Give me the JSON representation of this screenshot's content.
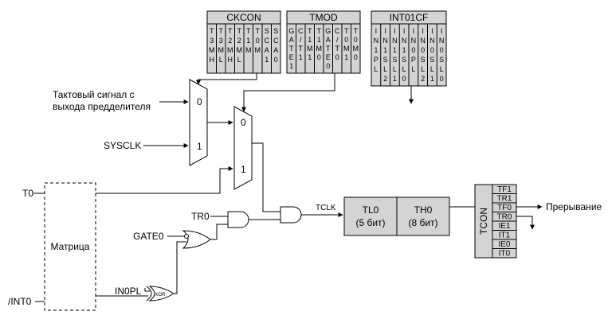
{
  "registers": {
    "ckcon": {
      "title": "CKCON",
      "bits": [
        [
          "T",
          "3",
          "M",
          "H"
        ],
        [
          "T",
          "3",
          "M",
          "L"
        ],
        [
          "T",
          "2",
          "M",
          "H"
        ],
        [
          "T",
          "2",
          "M",
          "L"
        ],
        [
          "T",
          "1",
          "M",
          ""
        ],
        [
          "T",
          "0",
          "M",
          ""
        ],
        [
          "S",
          "C",
          "A",
          "1"
        ],
        [
          "S",
          "C",
          "A",
          "0"
        ]
      ]
    },
    "tmod": {
      "title": "TMOD",
      "bits": [
        [
          "G",
          "A",
          "T",
          "E",
          "1"
        ],
        [
          "C",
          "/",
          "T",
          "1",
          ""
        ],
        [
          "T",
          "1",
          "M",
          "1",
          ""
        ],
        [
          "T",
          "1",
          "M",
          "0",
          ""
        ],
        [
          "G",
          "A",
          "T",
          "E",
          "0"
        ],
        [
          "C",
          "/",
          "T",
          "0",
          ""
        ],
        [
          "T",
          "0",
          "M",
          "1",
          ""
        ],
        [
          "T",
          "0",
          "M",
          "0",
          ""
        ]
      ]
    },
    "int01cf": {
      "title": "INT01CF",
      "bits": [
        [
          "I",
          "N",
          "1",
          "P",
          "L"
        ],
        [
          "I",
          "N",
          "1",
          "S",
          "L",
          "2"
        ],
        [
          "I",
          "N",
          "1",
          "S",
          "L",
          "1"
        ],
        [
          "I",
          "N",
          "1",
          "S",
          "L",
          "0"
        ],
        [
          "I",
          "N",
          "0",
          "P",
          "L"
        ],
        [
          "I",
          "N",
          "0",
          "S",
          "L",
          "2"
        ],
        [
          "I",
          "N",
          "0",
          "S",
          "L",
          "1"
        ],
        [
          "I",
          "N",
          "0",
          "S",
          "L",
          "0"
        ]
      ]
    },
    "tcon": {
      "title": "TCON",
      "bits": [
        "TF1",
        "TR1",
        "TF0",
        "TR0",
        "IE1",
        "IT1",
        "IE0",
        "IT0"
      ]
    }
  },
  "inputs": {
    "prescaler_line1": "Тактовый сигнал с",
    "prescaler_line2": "выхода предделителя",
    "sysclk": "SYSCLK",
    "t0": "T0",
    "int0": "/INT0"
  },
  "mux": {
    "in0": "0",
    "in1": "1"
  },
  "matrix": {
    "label": "Матрица"
  },
  "signals": {
    "tr0": "TR0",
    "gate0": "GATE0",
    "in0pl": "IN0PL",
    "xor": "XOR",
    "tclk": "TCLK",
    "interrupt": "Прерывание"
  },
  "counter": {
    "tl0_name": "TL0",
    "tl0_bits": "(5 бит)",
    "th0_name": "TH0",
    "th0_bits": "(8 бит)"
  },
  "colors": {
    "register_fill": "#d4d4d4",
    "line": "#000000",
    "background": "#ffffff"
  }
}
